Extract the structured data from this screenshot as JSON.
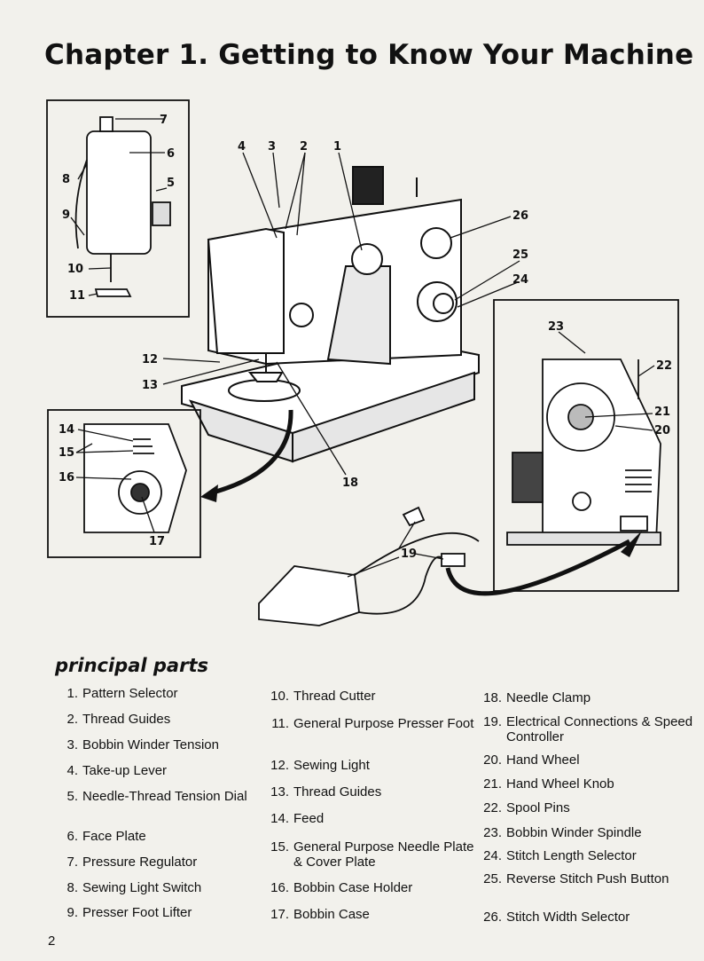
{
  "page": {
    "title": "Chapter 1. Getting to Know Your Machine",
    "page_number": "2"
  },
  "diagram": {
    "callouts": [
      "1",
      "2",
      "3",
      "4",
      "5",
      "6",
      "7",
      "8",
      "9",
      "10",
      "11",
      "12",
      "13",
      "14",
      "15",
      "16",
      "17",
      "18",
      "19",
      "20",
      "21",
      "22",
      "23",
      "24",
      "25",
      "26"
    ]
  },
  "parts": {
    "heading": "principal parts",
    "col1": [
      {
        "num": "1.",
        "label": "Pattern Selector"
      },
      {
        "num": "2.",
        "label": "Thread Guides"
      },
      {
        "num": "3.",
        "label": "Bobbin Winder Tension"
      },
      {
        "num": "4.",
        "label": "Take-up Lever"
      },
      {
        "num": "5.",
        "label": "Needle-Thread Tension Dial"
      },
      {
        "num": "6.",
        "label": "Face Plate"
      },
      {
        "num": "7.",
        "label": "Pressure Regulator"
      },
      {
        "num": "8.",
        "label": "Sewing Light Switch"
      },
      {
        "num": "9.",
        "label": "Presser Foot Lifter"
      }
    ],
    "col2": [
      {
        "num": "10.",
        "label": "Thread Cutter"
      },
      {
        "num": "11.",
        "label": "General Purpose Presser Foot"
      },
      {
        "num": "12.",
        "label": "Sewing Light"
      },
      {
        "num": "13.",
        "label": "Thread Guides"
      },
      {
        "num": "14.",
        "label": "Feed"
      },
      {
        "num": "15.",
        "label": "General Purpose Needle Plate & Cover Plate"
      },
      {
        "num": "16.",
        "label": "Bobbin Case Holder"
      },
      {
        "num": "17.",
        "label": "Bobbin Case"
      }
    ],
    "col3": [
      {
        "num": "18.",
        "label": "Needle Clamp"
      },
      {
        "num": "19.",
        "label": "Electrical Connections & Speed Controller"
      },
      {
        "num": "20.",
        "label": "Hand Wheel"
      },
      {
        "num": "21.",
        "label": "Hand Wheel Knob"
      },
      {
        "num": "22.",
        "label": "Spool Pins"
      },
      {
        "num": "23.",
        "label": "Bobbin Winder Spindle"
      },
      {
        "num": "24.",
        "label": "Stitch Length Selector"
      },
      {
        "num": "25.",
        "label": "Reverse Stitch Push Button"
      },
      {
        "num": "26.",
        "label": "Stitch Width Selector"
      }
    ]
  }
}
